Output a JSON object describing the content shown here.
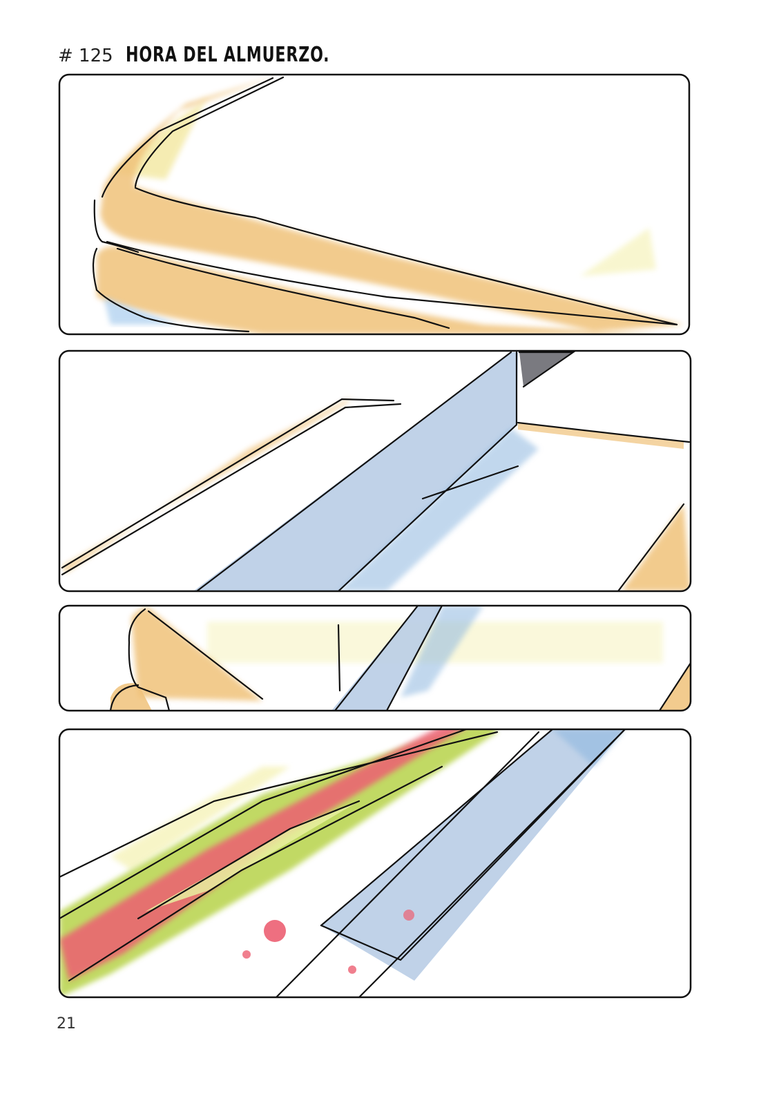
{
  "header": {
    "episode": "# 125",
    "title": "HORA DEL ALMUERZO."
  },
  "page_number": "21",
  "colors": {
    "ink": "#111111",
    "bread_crust": "#f0c27a",
    "bread_light": "#f3e29a",
    "blade_blue": "#b9cde6",
    "blade_shade": "#8fb8e0",
    "knife_spine": "#7a7a80",
    "tomato": "#ec5f72",
    "lettuce": "#b7d34a",
    "wash_yellow": "#f4f1b0"
  },
  "panels": [
    {
      "id": 1,
      "description": "Close-up of a stacked sandwich corner, two slices of bread"
    },
    {
      "id": 2,
      "description": "Knife blade slicing into the sandwich"
    },
    {
      "id": 3,
      "description": "Knife continuing cut, sandwich edge visible"
    },
    {
      "id": 4,
      "description": "Cut sandwich revealing tomato and lettuce filling beside the knife blade"
    }
  ]
}
